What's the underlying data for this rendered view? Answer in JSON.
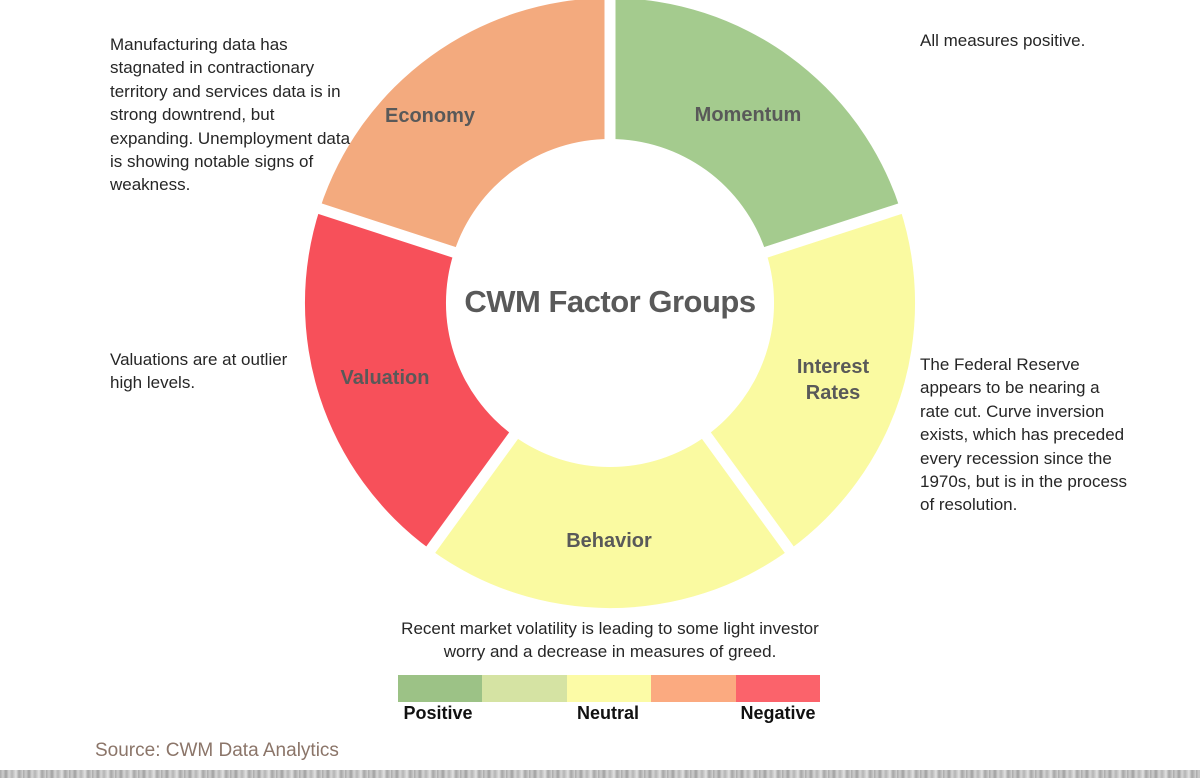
{
  "slide": {
    "center_title": "CWM Factor Groups",
    "source": "Source: CWM Data Analytics"
  },
  "chart_data": {
    "type": "pie",
    "subtype": "donut",
    "title": "CWM Factor Groups",
    "equal_segments": true,
    "order_clockwise_from_top": [
      "Momentum",
      "Interest Rates",
      "Behavior",
      "Valuation",
      "Economy"
    ],
    "segments": [
      {
        "label": "Momentum",
        "value": 20,
        "color": "#a4cb8e",
        "annotation": "All measures positive."
      },
      {
        "label": "Interest Rates",
        "value": 20,
        "color": "#fafaa1",
        "annotation": "The Federal Reserve appears to be nearing a rate cut. Curve inversion exists, which has preceded every recession since the 1970s, but is in the process of resolution."
      },
      {
        "label": "Behavior",
        "value": 20,
        "color": "#fafaa1",
        "annotation": "Recent market volatility is leading to some light investor worry and a decrease in measures of greed."
      },
      {
        "label": "Valuation",
        "value": 20,
        "color": "#f7505a",
        "annotation": "Valuations are at outlier high levels."
      },
      {
        "label": "Economy",
        "value": 20,
        "color": "#f3aa7e",
        "annotation": "Manufacturing data has stagnated in contractionary territory and services data is in strong downtrend, but expanding. Unemployment data is showing notable signs of weakness."
      }
    ],
    "legend": {
      "labels": [
        "Positive",
        "Neutral",
        "Negative"
      ],
      "swatches": [
        "#9cc286",
        "#d5e3a3",
        "#fcfba6",
        "#fbaa80",
        "#fb636b"
      ]
    }
  }
}
